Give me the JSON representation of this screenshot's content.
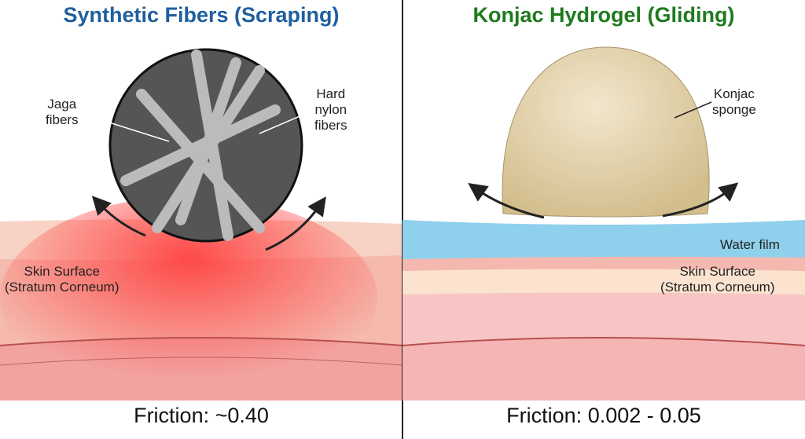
{
  "left_panel": {
    "title": "Synthetic Fibers (Scraping)",
    "label_jaga_1": "Jaga",
    "label_jaga_2": "fibers",
    "label_nylon_1": "Hard",
    "label_nylon_2": "nylon",
    "label_nylon_3": "fibers",
    "skin_1": "Skin Surface",
    "skin_2": "(Stratum Corneum)",
    "friction": "Friction: ~0.40"
  },
  "right_panel": {
    "title": "Konjac Hydrogel (Gliding)",
    "label_konjac_1": "Konjac",
    "label_konjac_2": "sponge",
    "water": "Water film",
    "skin_1": "Skin Surface",
    "skin_2": "(Stratum Corneum)",
    "friction": "Friction: 0.002 - 0.05"
  },
  "colors": {
    "left_title": "#1f5f9e",
    "right_title": "#1e7a1e",
    "skin": "#f6c9bd",
    "water": "#8fd0ec",
    "sponge": "#e3d3ae"
  }
}
